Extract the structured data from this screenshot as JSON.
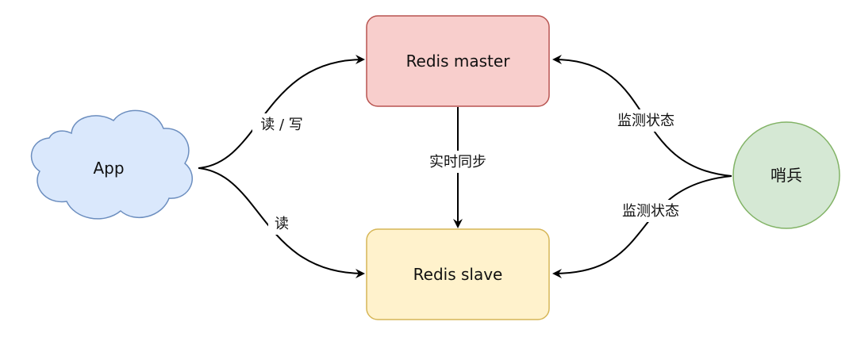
{
  "nodes": {
    "app": {
      "label": "App",
      "fill": "#dae8fc",
      "stroke": "#6c8ebf"
    },
    "master": {
      "label": "Redis master",
      "fill": "#f8cecc",
      "stroke": "#b85450"
    },
    "slave": {
      "label": "Redis slave",
      "fill": "#fff2cc",
      "stroke": "#d6b656"
    },
    "sentinel": {
      "label": "哨兵",
      "fill": "#d5e8d4",
      "stroke": "#82b366"
    }
  },
  "edges": {
    "app_to_master": {
      "label": "读 / 写"
    },
    "app_to_slave": {
      "label": "读"
    },
    "master_to_slave": {
      "label": "实时同步"
    },
    "sentinel_to_master": {
      "label": "监测状态"
    },
    "sentinel_to_slave": {
      "label": "监测状态"
    }
  }
}
